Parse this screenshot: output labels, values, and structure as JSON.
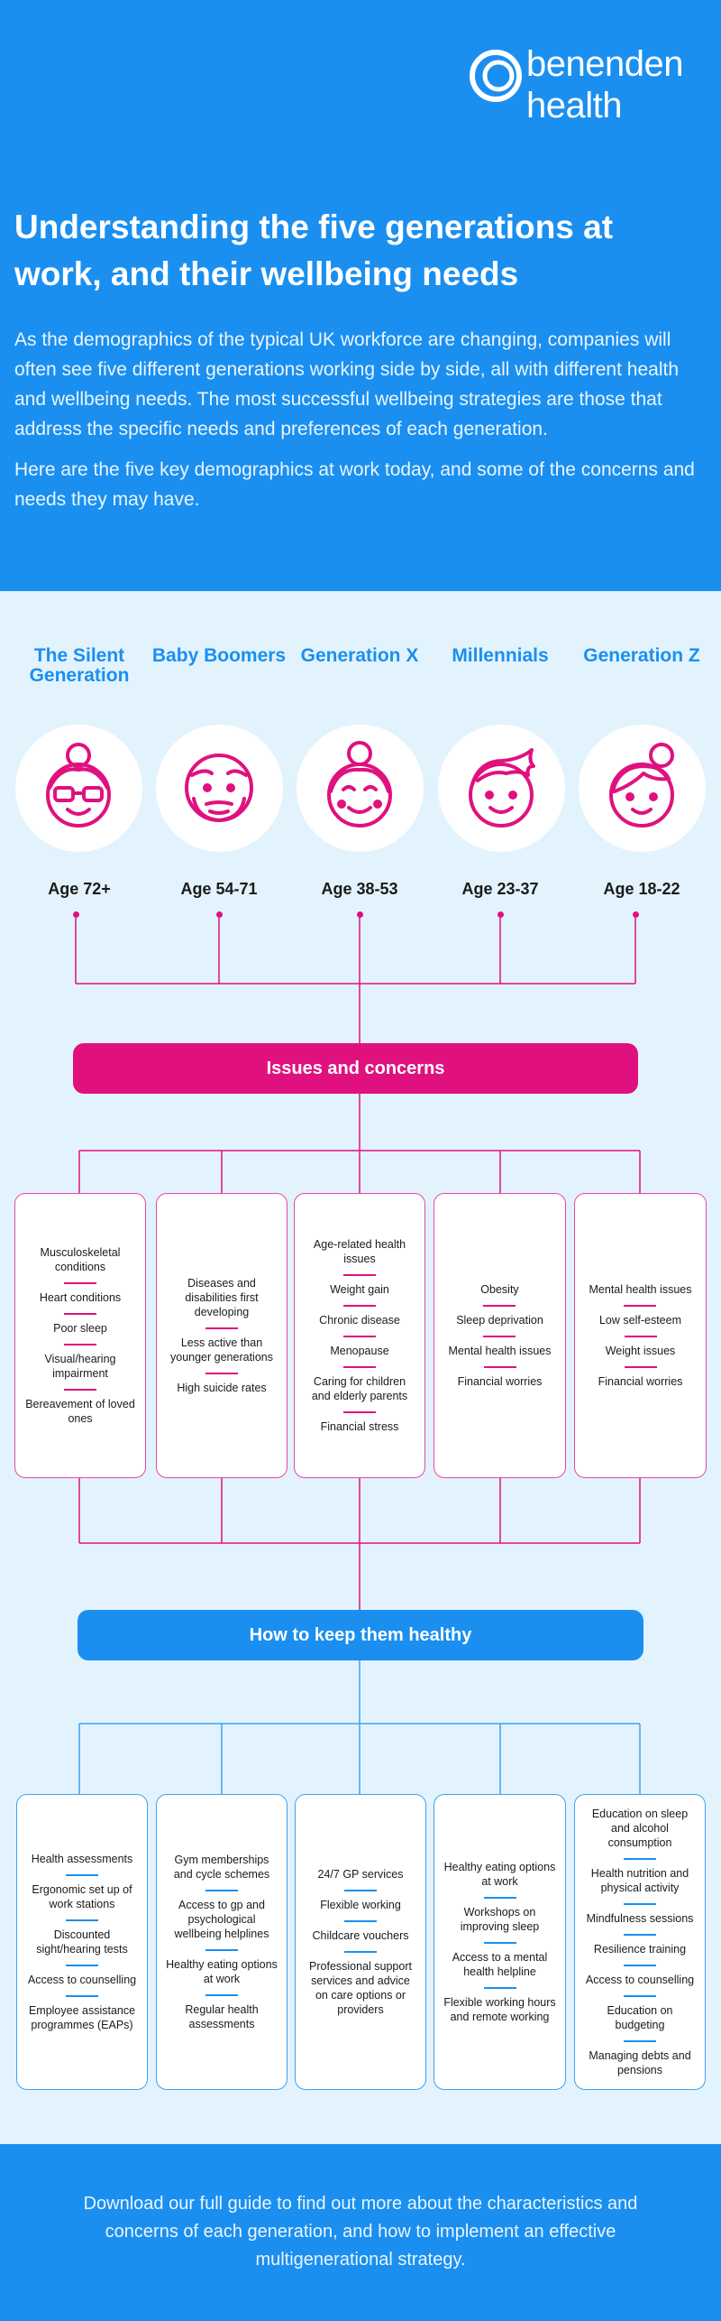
{
  "brand": {
    "line1": "benenden",
    "line2": "health"
  },
  "title": "Understanding the five generations at work, and their wellbeing needs",
  "intro": [
    "As the demographics of the typical UK workforce are changing, companies will often see five different generations working side by side, all with different health and wellbeing needs. The most successful wellbeing strategies are those that address the specific needs and preferences of each generation.",
    "Here are the five key demographics at work today, and some of the concerns and needs they may have."
  ],
  "colors": {
    "blue": "#1a8ff0",
    "pink": "#e0117f",
    "background": "#e3f3fd"
  },
  "generations": [
    {
      "name": "The Silent Generation",
      "age": "Age 72+",
      "icon": "grandmother-glasses-icon"
    },
    {
      "name": "Baby Boomers",
      "age": "Age 54-71",
      "icon": "bearded-man-icon"
    },
    {
      "name": "Generation X",
      "age": "Age 38-53",
      "icon": "woman-bun-icon"
    },
    {
      "name": "Millennials",
      "age": "Age 23-37",
      "icon": "young-man-quiff-icon"
    },
    {
      "name": "Generation Z",
      "age": "Age 18-22",
      "icon": "girl-bun-icon"
    }
  ],
  "issues": {
    "label": "Issues and concerns",
    "columns": [
      [
        "Musculoskeletal conditions",
        "Heart conditions",
        "Poor sleep",
        "Visual/hearing impairment",
        "Bereavement of loved ones"
      ],
      [
        "Diseases and disabilities first developing",
        "Less active than younger generations",
        "High suicide rates"
      ],
      [
        "Age-related health issues",
        "Weight gain",
        "Chronic disease",
        "Menopause",
        "Caring for children and elderly parents",
        "Financial stress"
      ],
      [
        "Obesity",
        "Sleep deprivation",
        "Mental health issues",
        "Financial worries"
      ],
      [
        "Mental health issues",
        "Low self-esteem",
        "Weight issues",
        "Financial worries"
      ]
    ]
  },
  "healthy": {
    "label": "How to keep them healthy",
    "columns": [
      [
        "Health assessments",
        "Ergonomic set up of work stations",
        "Discounted sight/hearing tests",
        "Access to counselling",
        "Employee assistance programmes (EAPs)"
      ],
      [
        "Gym memberships and cycle schemes",
        "Access to gp and psychological wellbeing helplines",
        "Healthy eating options at work",
        "Regular health assessments"
      ],
      [
        "24/7 GP services",
        "Flexible working",
        "Childcare vouchers",
        "Professional support services and advice on care options or providers"
      ],
      [
        "Healthy eating options at work",
        "Workshops on improving sleep",
        "Access to a mental health helpline",
        "Flexible working hours and remote working"
      ],
      [
        "Education on sleep and alcohol consumption",
        "Health nutrition and physical activity",
        "Mindfulness sessions",
        "Resilience training",
        "Access to counselling",
        "Education on budgeting",
        "Managing debts and pensions"
      ]
    ]
  },
  "footer": "Download our full guide to find out more about the characteristics and concerns of each generation, and how to implement an effective multigenerational strategy."
}
